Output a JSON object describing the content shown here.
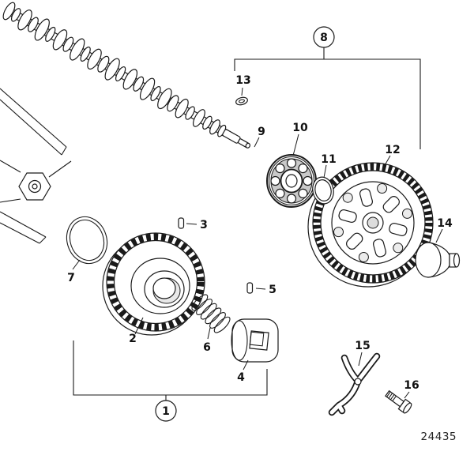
{
  "diagram": {
    "drawing_number": "24435",
    "callouts": {
      "c1": "1",
      "c2": "2",
      "c3": "3",
      "c4": "4",
      "c5": "5",
      "c6": "6",
      "c7": "7",
      "c8": "8",
      "c9": "9",
      "c10": "10",
      "c11": "11",
      "c12": "12",
      "c13": "13",
      "c14": "14",
      "c15": "15",
      "c16": "16"
    }
  }
}
